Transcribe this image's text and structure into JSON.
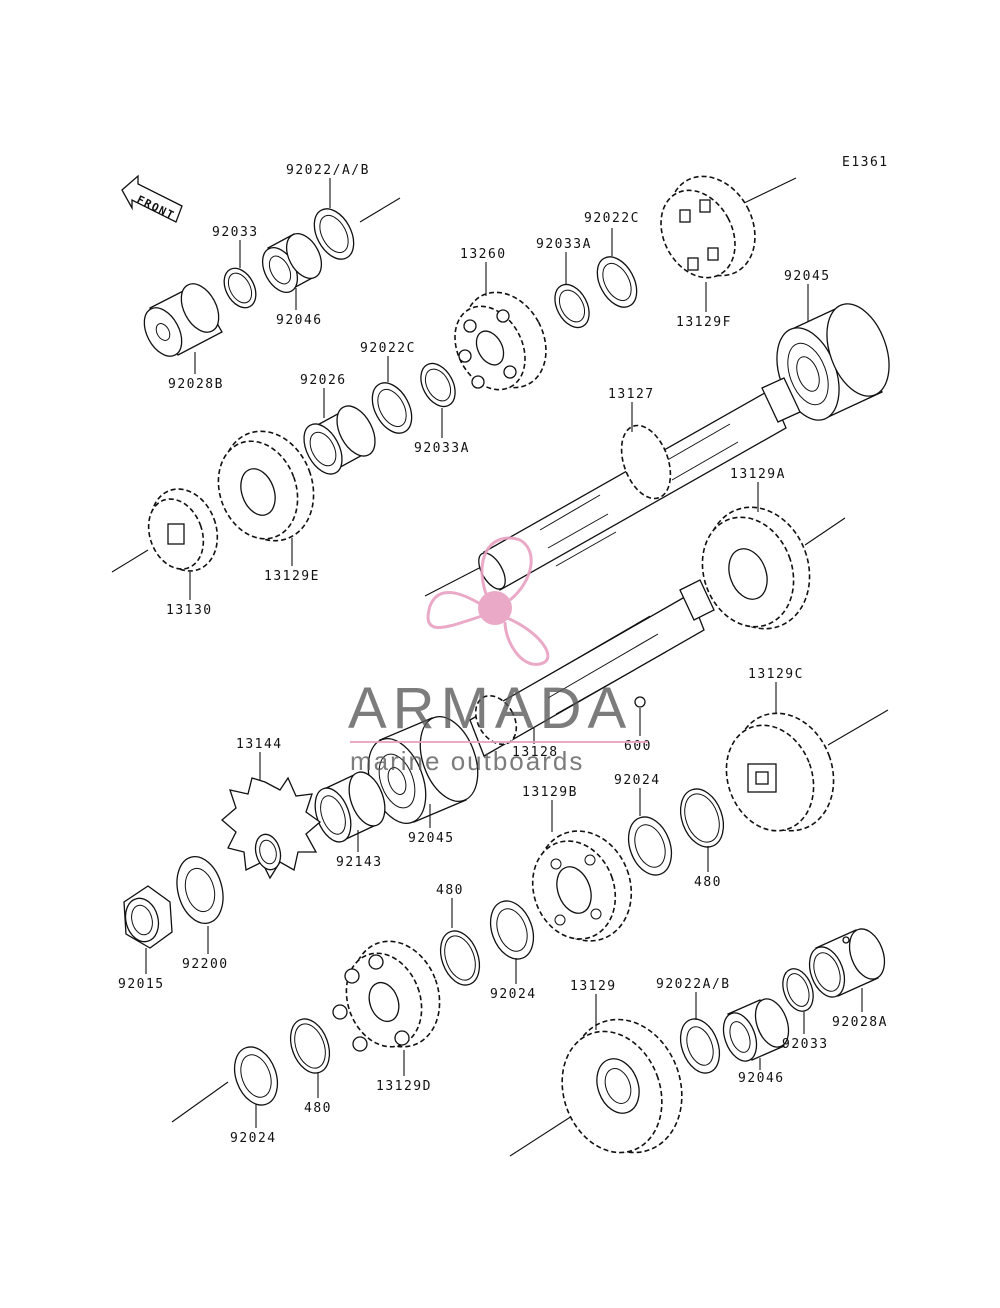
{
  "diagram": {
    "ref_code": "E1361",
    "front_label": "FRONT",
    "parts": {
      "p92022AB_top": "92022/A/B",
      "p92033_top": "92033",
      "p92046_top": "92046",
      "p92028B": "92028B",
      "p92022C_top": "92022C",
      "p92033A_top": "92033A",
      "p13260": "13260",
      "p13129F": "13129F",
      "p92045_top": "92045",
      "p92022C_mid": "92022C",
      "p92026": "92026",
      "p92033A_mid": "92033A",
      "p13127": "13127",
      "p13129A": "13129A",
      "p13129E": "13129E",
      "p13130": "13130",
      "p13129C": "13129C",
      "p13144": "13144",
      "p13128": "13128",
      "p600": "600",
      "p92024_a": "92024",
      "p92045_mid": "92045",
      "p92143": "92143",
      "p13129B": "13129B",
      "p480_a": "480",
      "p480_b": "480",
      "p92015": "92015",
      "p92200": "92200",
      "p92024_b": "92024",
      "p13129": "13129",
      "p92022AB_bot": "92022A/B",
      "p92033_bot": "92033",
      "p92046_bot": "92046",
      "p92028A": "92028A",
      "p13129D": "13129D",
      "p480_c": "480",
      "p92024_c": "92024"
    }
  },
  "watermark": {
    "brand": "ARMADA",
    "tagline": "marine outboards",
    "logo_color": "#e8a0c0",
    "text_color": "#555555"
  }
}
